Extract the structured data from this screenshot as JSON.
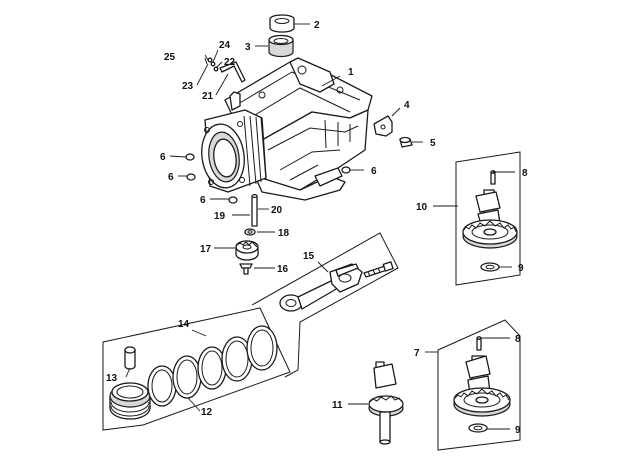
{
  "callouts": [
    {
      "id": "c1",
      "text": "1"
    },
    {
      "id": "c2",
      "text": "2"
    },
    {
      "id": "c3",
      "text": "3"
    },
    {
      "id": "c4",
      "text": "4"
    },
    {
      "id": "c5",
      "text": "5"
    },
    {
      "id": "c6a",
      "text": "6"
    },
    {
      "id": "c6b",
      "text": "6"
    },
    {
      "id": "c6c",
      "text": "6"
    },
    {
      "id": "c6d",
      "text": "6"
    },
    {
      "id": "c7",
      "text": "7"
    },
    {
      "id": "c8a",
      "text": "8"
    },
    {
      "id": "c8b",
      "text": "8"
    },
    {
      "id": "c9a",
      "text": "9"
    },
    {
      "id": "c9b",
      "text": "9"
    },
    {
      "id": "c10",
      "text": "10"
    },
    {
      "id": "c11",
      "text": "11"
    },
    {
      "id": "c12",
      "text": "12"
    },
    {
      "id": "c13",
      "text": "13"
    },
    {
      "id": "c14",
      "text": "14"
    },
    {
      "id": "c15",
      "text": "15"
    },
    {
      "id": "c16",
      "text": "16"
    },
    {
      "id": "c17",
      "text": "17"
    },
    {
      "id": "c18",
      "text": "18"
    },
    {
      "id": "c19",
      "text": "19"
    },
    {
      "id": "c20",
      "text": "20"
    },
    {
      "id": "c21",
      "text": "21"
    },
    {
      "id": "c22",
      "text": "22"
    },
    {
      "id": "c23",
      "text": "23"
    },
    {
      "id": "c24",
      "text": "24"
    },
    {
      "id": "c25",
      "text": "25"
    }
  ]
}
